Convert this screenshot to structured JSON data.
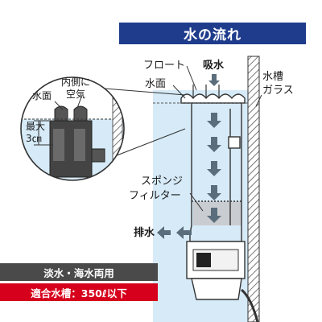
{
  "title": "水の流れ",
  "labels": {
    "float": "フロート",
    "intake": "吸水",
    "water_surface": "水面",
    "tank_glass_1": "水槽",
    "tank_glass_2": "ガラス",
    "sponge_filter_1": "スポンジ",
    "sponge_filter_2": "フィルター",
    "outlet": "排水"
  },
  "detail": {
    "water_surface": "水面",
    "inner_air_1": "内側に",
    "inner_air_2": "空気",
    "max_1": "最大",
    "max_2": "3㎝"
  },
  "badges": {
    "fresh_salt": "淡水・海水両用",
    "tank_capacity": "適合水槽：350ℓ以下"
  },
  "colors": {
    "title_bg": "#1f3c8c",
    "water": "#d6eaf7",
    "arrow": "#5a6d7c",
    "badge_dark": "#4a4a4a",
    "badge_red": "#d7001c"
  }
}
